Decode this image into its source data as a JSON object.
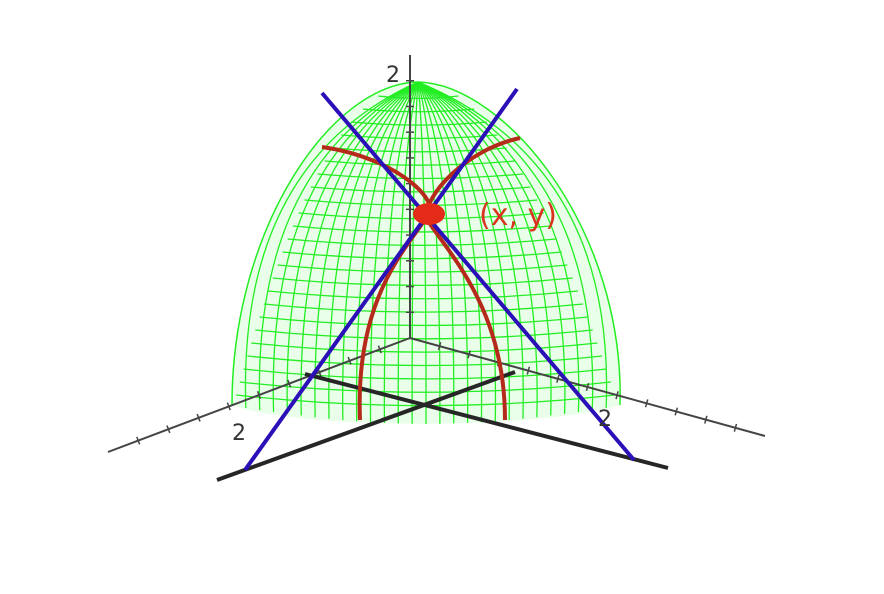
{
  "axes": {
    "z_tick_label": "2",
    "x_tick_label": "2",
    "y_tick_label": "2"
  },
  "point": {
    "label": "(x, y)"
  },
  "colors": {
    "surface_mesh": "#22ee22",
    "surface_fill": "#eaffea",
    "tangent_lines": "#2b10b8",
    "trace_curves": "#b52a1a",
    "point": "#e42b17",
    "axes": "#444444",
    "ground_lines": "#262626"
  }
}
